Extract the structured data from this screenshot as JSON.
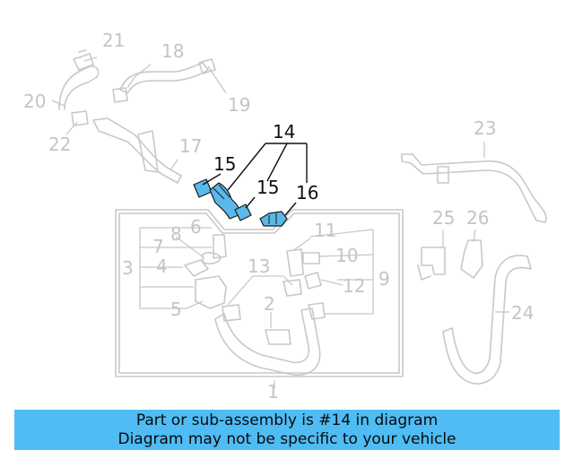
{
  "labels": {
    "p1": "1",
    "p2": "2",
    "p3": "3",
    "p4": "4",
    "p5": "5",
    "p6": "6",
    "p7": "7",
    "p8": "8",
    "p9": "9",
    "p10": "10",
    "p11": "11",
    "p12": "12",
    "p13": "13",
    "p14": "14",
    "p15a": "15",
    "p15b": "15",
    "p16": "16",
    "p17": "17",
    "p18": "18",
    "p19": "19",
    "p20": "20",
    "p21": "21",
    "p22": "22",
    "p23": "23",
    "p24": "24",
    "p25": "25",
    "p26": "26"
  },
  "highlighted_part": "14",
  "colors": {
    "highlight": "#5bb8ea",
    "banner": "#4fbcf4",
    "inactive": "#c4c4c4"
  },
  "banner": {
    "line1": "Part or sub-assembly is #14 in diagram",
    "line2": "Diagram may not be specific to your vehicle"
  }
}
